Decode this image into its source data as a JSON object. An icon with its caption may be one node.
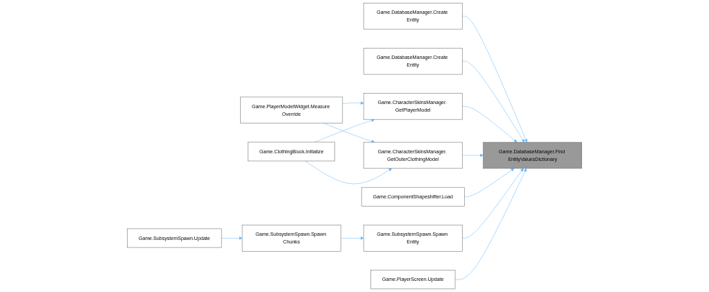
{
  "diagram": {
    "nodes": [
      {
        "text": [
          "Game.DatabaseManager.Find EntityValuesDictionary"
        ]
      },
      {
        "text": [
          "Game.DatabaseManager.Create Entity"
        ]
      },
      {
        "text": [
          "Game.DatabaseManager.Create Entity"
        ]
      },
      {
        "text": [
          "Game.CharacterSkinsManager. GetPlayerModel"
        ]
      },
      {
        "text": [
          "Game.CharacterSkinsManager. GetOuterClothingModel"
        ]
      },
      {
        "text": [
          "Game.ComponentShapeshifter.Load"
        ]
      },
      {
        "text": [
          "Game.SubsystemSpawn.Spawn Entity"
        ]
      },
      {
        "text": [
          "Game.PlayerScreen.Update"
        ]
      },
      {
        "text": [
          "Game.PlayerModelWidget.Measure Override"
        ]
      },
      {
        "text": [
          "Game.ClothingBlock.Initialize"
        ]
      },
      {
        "text": [
          "Game.SubsystemSpawn.Spawn Chunks"
        ]
      },
      {
        "text": [
          "Game.SubsystemSpawn.Update"
        ]
      }
    ],
    "edges": [
      {
        "from": 1,
        "to": 0,
        "arrow": "to"
      },
      {
        "from": 2,
        "to": 0,
        "arrow": "to"
      },
      {
        "from": 3,
        "to": 0,
        "arrow": "to"
      },
      {
        "from": 4,
        "to": 0,
        "arrow": "to"
      },
      {
        "from": 5,
        "to": 0,
        "arrow": "to"
      },
      {
        "from": 6,
        "to": 0,
        "arrow": "to"
      },
      {
        "from": 7,
        "to": 0,
        "arrow": "to"
      },
      {
        "from": 8,
        "to": 3,
        "arrow": "to"
      },
      {
        "from": 8,
        "to": 4,
        "arrow": "to"
      },
      {
        "from": 9,
        "to": 3,
        "arrow": "to"
      },
      {
        "from": 9,
        "to": 4,
        "arrow": "to"
      },
      {
        "from": 10,
        "to": 6,
        "arrow": "to"
      },
      {
        "from": 11,
        "to": 10,
        "arrow": "to"
      }
    ]
  }
}
